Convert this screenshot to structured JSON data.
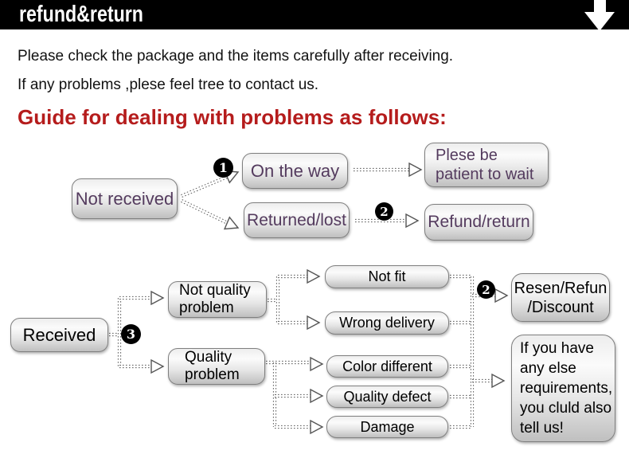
{
  "banner": {
    "title": "refund&return",
    "down_arrow_icon": "down-arrow",
    "bg_color": "#000000",
    "text_color": "#ffffff"
  },
  "intro": {
    "line1": "Please check the package and the items carefully after receiving.",
    "line2": "If any problems ,plese feel tree to contact us."
  },
  "heading": {
    "text": "Guide for dealing with problems as follows:",
    "color": "#b51c1c"
  },
  "flow_not_received": {
    "not_received": "Not received",
    "badge_1": "1",
    "on_the_way": "On the way",
    "returned_lost": "Returned/lost",
    "badge_2": "2",
    "patient_wait": "Plese be\npatient to wait",
    "refund_return": "Refund/return",
    "text_color": "#543b5e"
  },
  "flow_received": {
    "received": "Received",
    "badge_3": "3",
    "not_quality_problem": "Not quality\nproblem",
    "quality_problem": "Quality\nproblem",
    "not_fit": "Not fit",
    "wrong_delivery": "Wrong delivery",
    "color_different": "Color different",
    "quality_defect": "Quality defect",
    "damage": "Damage",
    "badge_2": "2",
    "resen_refund_discount": "Resen/Refun\n/Discount",
    "other_requirements": "If you have\nany else\nrequirements,\nyou cluld also\ntell us!",
    "text_color": "#000000"
  }
}
